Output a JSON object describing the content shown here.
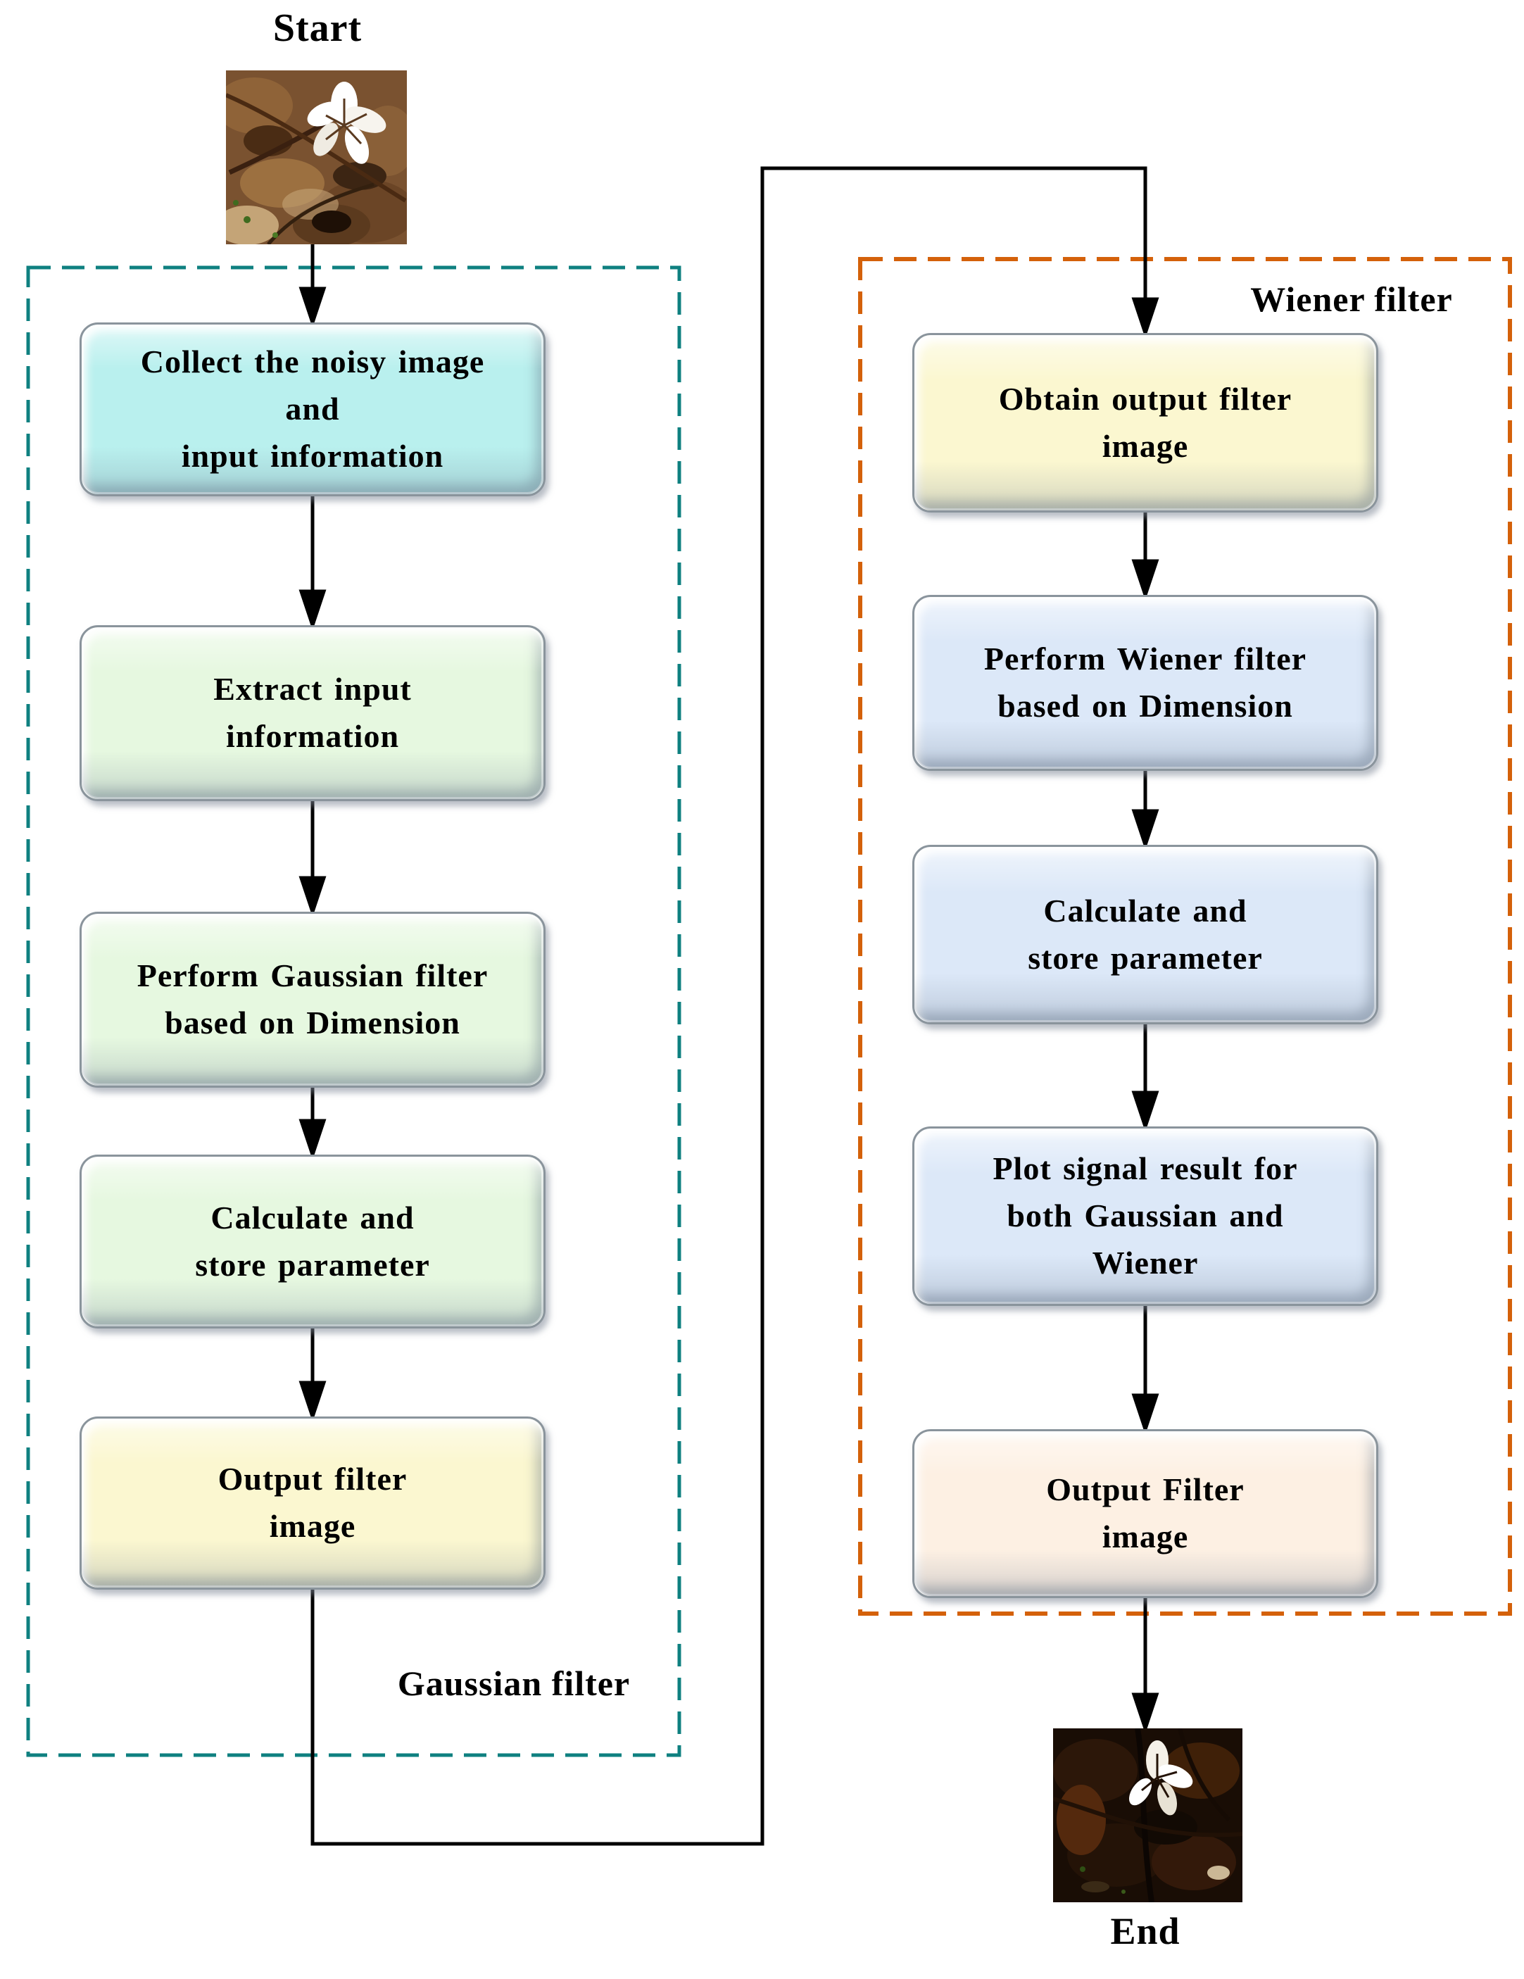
{
  "labels": {
    "start": "Start",
    "end": "End"
  },
  "sections": {
    "gaussian": {
      "label": "Gaussian filter",
      "border_color": "#0f8080",
      "steps": [
        {
          "text": "Collect the noisy image\nand\ninput information",
          "fill": "#b9f0ee"
        },
        {
          "text": "Extract input\ninformation",
          "fill": "#e6f8e0"
        },
        {
          "text": "Perform Gaussian filter\nbased on Dimension",
          "fill": "#e6f8e0"
        },
        {
          "text": "Calculate and\nstore parameter",
          "fill": "#e6f8e0"
        },
        {
          "text": "Output filter\nimage",
          "fill": "#fbf7d0"
        }
      ]
    },
    "wiener": {
      "label": "Wiener filter",
      "border_color": "#d4610a",
      "steps": [
        {
          "text": "Obtain output filter\nimage",
          "fill": "#fbf7d0"
        },
        {
          "text": "Perform Wiener filter\nbased on Dimension",
          "fill": "#dce8f8"
        },
        {
          "text": "Calculate and\nstore parameter",
          "fill": "#dce8f8"
        },
        {
          "text": "Plot signal result for\nboth Gaussian and\nWiener",
          "fill": "#dce8f8"
        },
        {
          "text": "Output Filter\nimage",
          "fill": "#fdf0e3"
        }
      ]
    }
  },
  "connector_color": "#000000"
}
